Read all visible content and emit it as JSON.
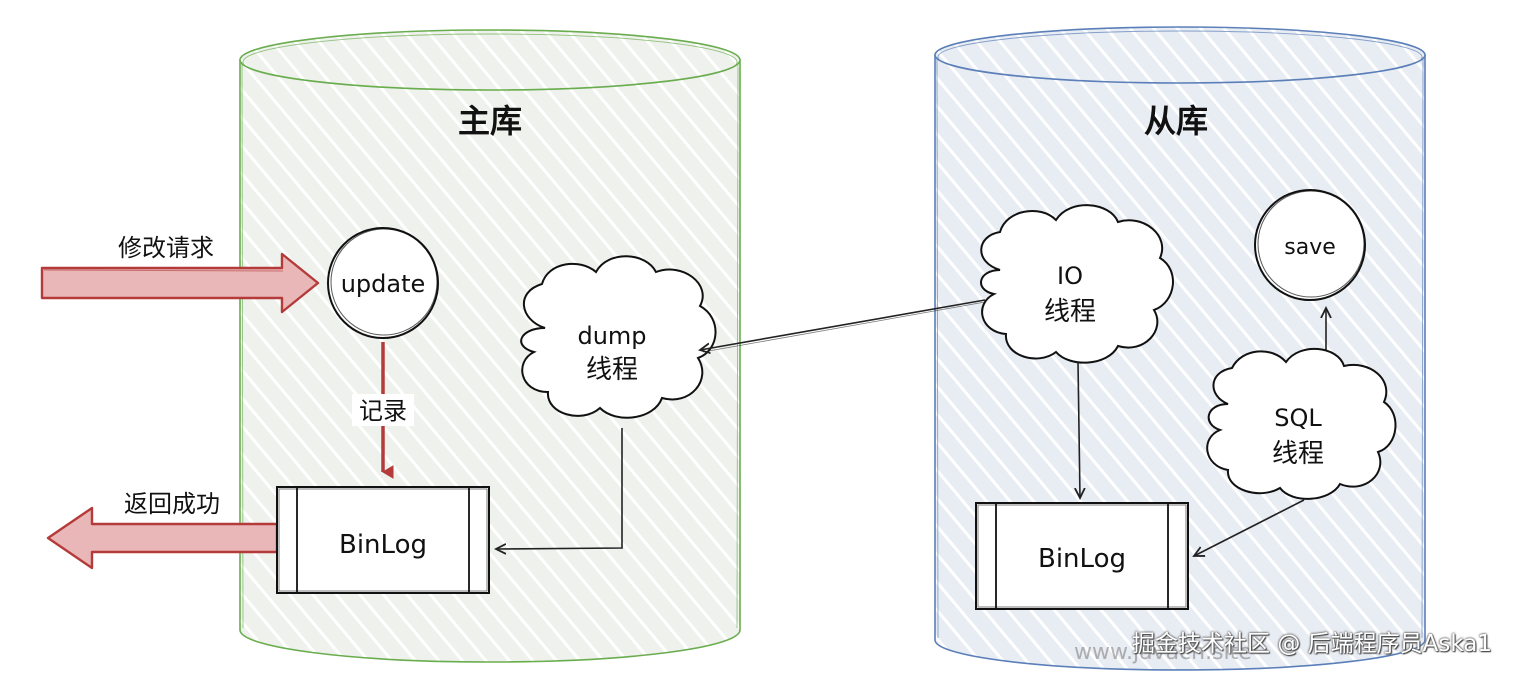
{
  "master": {
    "title": "主库",
    "update_node": "update",
    "record_label": "记录",
    "binlog_label": "BinLog",
    "dump_line1": "dump",
    "dump_line2": "线程"
  },
  "slave": {
    "title": "从库",
    "io_line1": "IO",
    "io_line2": "线程",
    "save_node": "save",
    "sql_line1": "SQL",
    "sql_line2": "线程",
    "binlog_label": "BinLog"
  },
  "external": {
    "modify_request": "修改请求",
    "return_success": "返回成功"
  },
  "watermark": {
    "main": "掘金技术社区 @ 后端程序员Aska1",
    "sub": "www.javach.site"
  },
  "colors": {
    "master_stroke": "#6aad4e",
    "master_fill": "#eef1ec",
    "slave_stroke": "#5b7fb8",
    "slave_fill": "#e8ecf3",
    "red_arrow_fill": "#e9b7b7",
    "red_arrow_stroke": "#b53a3a"
  }
}
